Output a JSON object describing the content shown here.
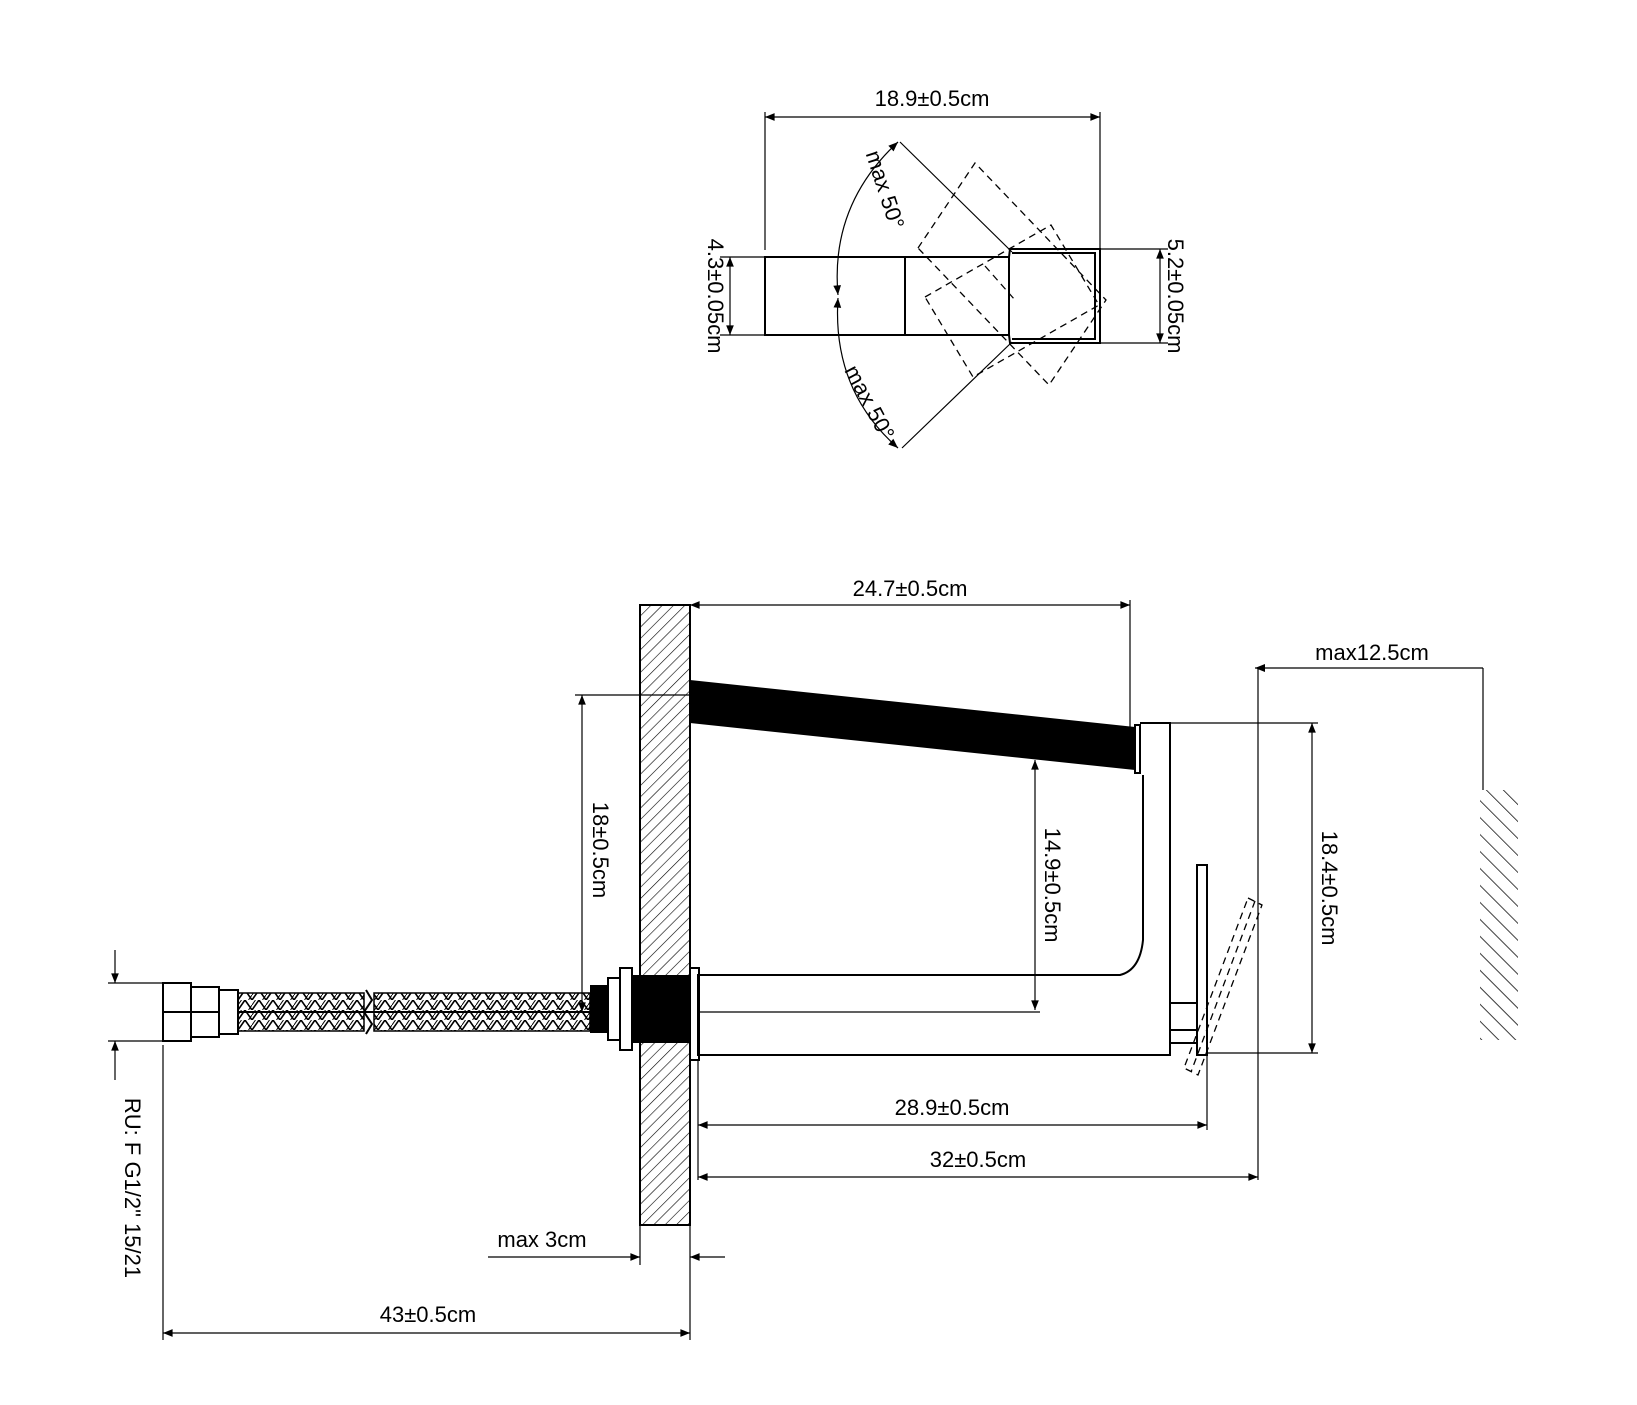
{
  "top_view": {
    "width_label": "18.9±0.5cm",
    "angle_upper_label": "max 50°",
    "angle_lower_label": "max 50°",
    "left_height_label": "4.3±0.05cm",
    "right_height_label": "5.2±0.05cm"
  },
  "side_view": {
    "spout_length_label": "24.7±0.5cm",
    "inlet_height_label": "18±0.5cm",
    "spout_clearance_label": "14.9±0.5cm",
    "total_height_label": "18.4±0.5cm",
    "handle_clearance_label": "max12.5cm",
    "body_length_label": "28.9±0.5cm",
    "total_length_label": "32±0.5cm",
    "wall_thickness_label": "max 3cm",
    "hose_length_label": "43±0.5cm",
    "connection_label": "RU: F G1/2\" 15/21"
  }
}
